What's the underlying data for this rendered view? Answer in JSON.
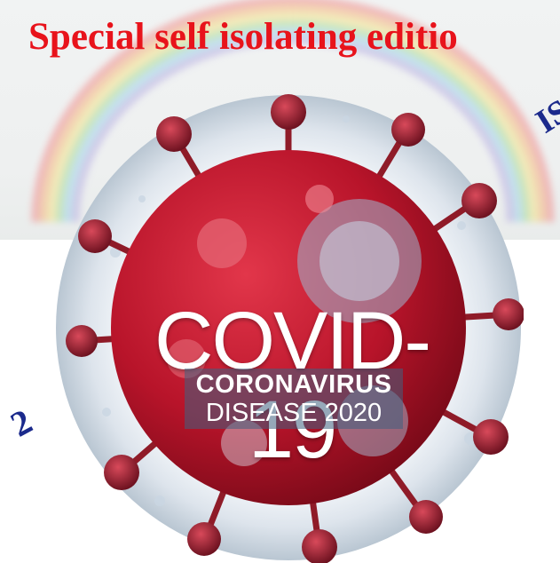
{
  "headline": {
    "text": "Special self isolating editio",
    "color": "#e8131b"
  },
  "edge_text": {
    "right": "IS",
    "left": "2",
    "color": "#1b2a8c"
  },
  "badge": {
    "title": "COVID-19",
    "subtitle_line1": "CORONAVIRUS",
    "subtitle_line2": "DISEASE 2020",
    "virus_color": "#b8142a",
    "ring_color": "#dfe6ee"
  }
}
